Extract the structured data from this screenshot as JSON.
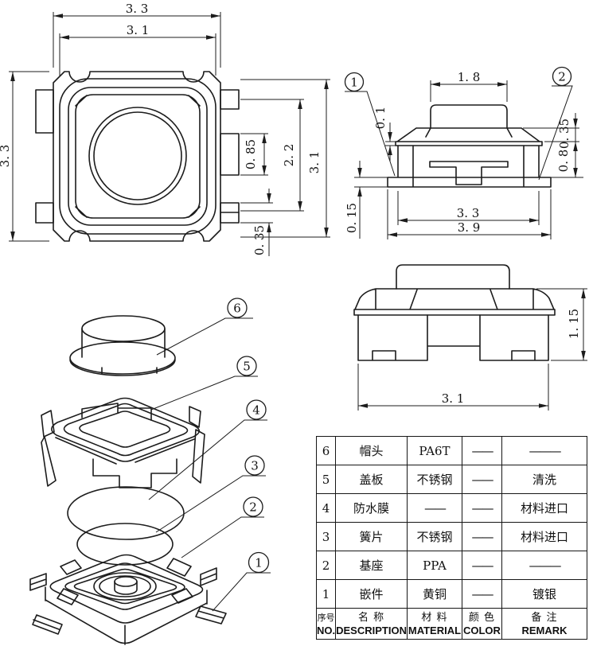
{
  "views": {
    "top": {
      "w_outer": "3. 3",
      "w_inner": "3. 1",
      "h_left": "3. 3",
      "boss": "0. 85",
      "tab_span": "2. 2",
      "h_right": "3. 1",
      "tab_offset": "0. 35"
    },
    "side": {
      "cap_w": "1. 8",
      "flange_t": "0. 1",
      "step": "0. 35",
      "body_h": "0. 8",
      "foot_t": "0. 15",
      "body_w": "3. 3",
      "total_w": "3. 9",
      "callout_insert": "1",
      "callout_base": "2"
    },
    "front": {
      "h": "1. 15",
      "w": "3. 1"
    },
    "exploded": {
      "c6": "6",
      "c5": "5",
      "c4": "4",
      "c3": "3",
      "c2": "2",
      "c1": "1"
    }
  },
  "table": {
    "headers": {
      "no_cn": "序号",
      "no_en": "NO.",
      "desc_cn": "名    称",
      "desc_en": "DESCRIPTION",
      "mat_cn": "材  料",
      "mat_en": "MATERIAL",
      "color_cn": "颜 色",
      "color_en": "COLOR",
      "remark_cn": "备 注",
      "remark_en": "REMARK"
    },
    "rows": [
      {
        "no": "6",
        "desc": "帽头",
        "mat": "PA6T",
        "color": "——",
        "remark": "———"
      },
      {
        "no": "5",
        "desc": "盖板",
        "mat": "不锈钢",
        "color": "——",
        "remark": "清洗"
      },
      {
        "no": "4",
        "desc": "防水膜",
        "mat": "——",
        "color": "——",
        "remark": "材料进口"
      },
      {
        "no": "3",
        "desc": "簧片",
        "mat": "不锈钢",
        "color": "——",
        "remark": "材料进口"
      },
      {
        "no": "2",
        "desc": "基座",
        "mat": "PPA",
        "color": "——",
        "remark": "———"
      },
      {
        "no": "1",
        "desc": "嵌件",
        "mat": "黄铜",
        "color": "——",
        "remark": "镀银"
      }
    ]
  }
}
